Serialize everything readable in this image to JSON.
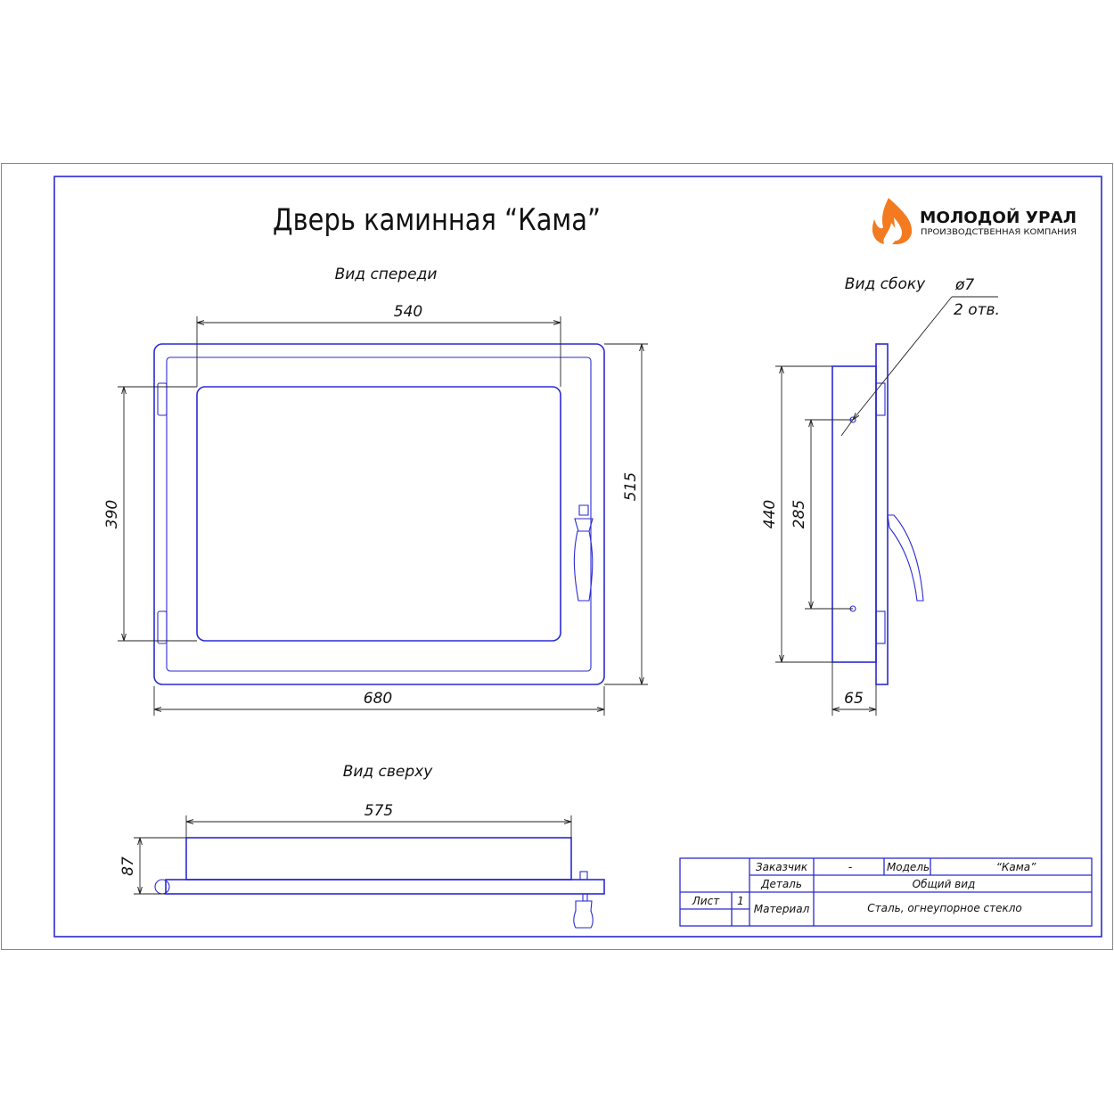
{
  "title": "Дверь каминная “Кама”",
  "logo": {
    "name": "МОЛОДОЙ УРАЛ",
    "subtitle": "ПРОИЗВОДСТВЕННАЯ КОМПАНИЯ",
    "flame_color": "#f47a20",
    "text_color": "#333333"
  },
  "colors": {
    "outline": "#2a2ad4",
    "dimension": "#222222",
    "frame": "#888888"
  },
  "views": {
    "front": {
      "label": "Вид спереди",
      "dims": {
        "glass_width": "540",
        "outer_width": "680",
        "glass_height": "390",
        "outer_height": "515"
      }
    },
    "side": {
      "label": "Вид сбоку",
      "dims": {
        "height": "440",
        "hole_spacing": "285",
        "depth": "65"
      },
      "hole_note": {
        "diameter": "ø7",
        "count": "2 отв."
      }
    },
    "top": {
      "label": "Вид сверху",
      "dims": {
        "width": "575",
        "depth": "87"
      }
    }
  },
  "title_block": {
    "customer_label": "Заказчик",
    "customer_value": "-",
    "model_label": "Модель",
    "model_value": "“Кама”",
    "detail_label": "Деталь",
    "detail_value": "Общий вид",
    "sheet_label": "Лист",
    "sheet_value": "1",
    "material_label": "Материал",
    "material_value": "Сталь, огнеупорное стекло"
  }
}
